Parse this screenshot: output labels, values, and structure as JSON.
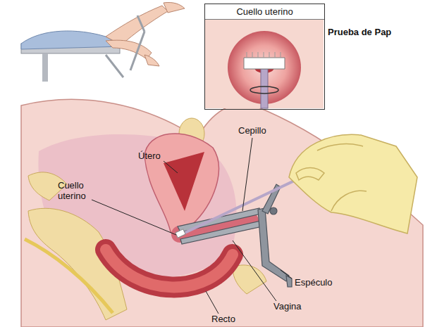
{
  "diagram": {
    "title": "Prueba de Pap",
    "nodes": [
      {
        "text": [
          "Cuello uterino"
        ]
      }
    ],
    "labels": [
      "Cepillo",
      "Útero",
      "Cuello uterino",
      "Espéculo",
      "Vagina",
      "Recto"
    ]
  }
}
